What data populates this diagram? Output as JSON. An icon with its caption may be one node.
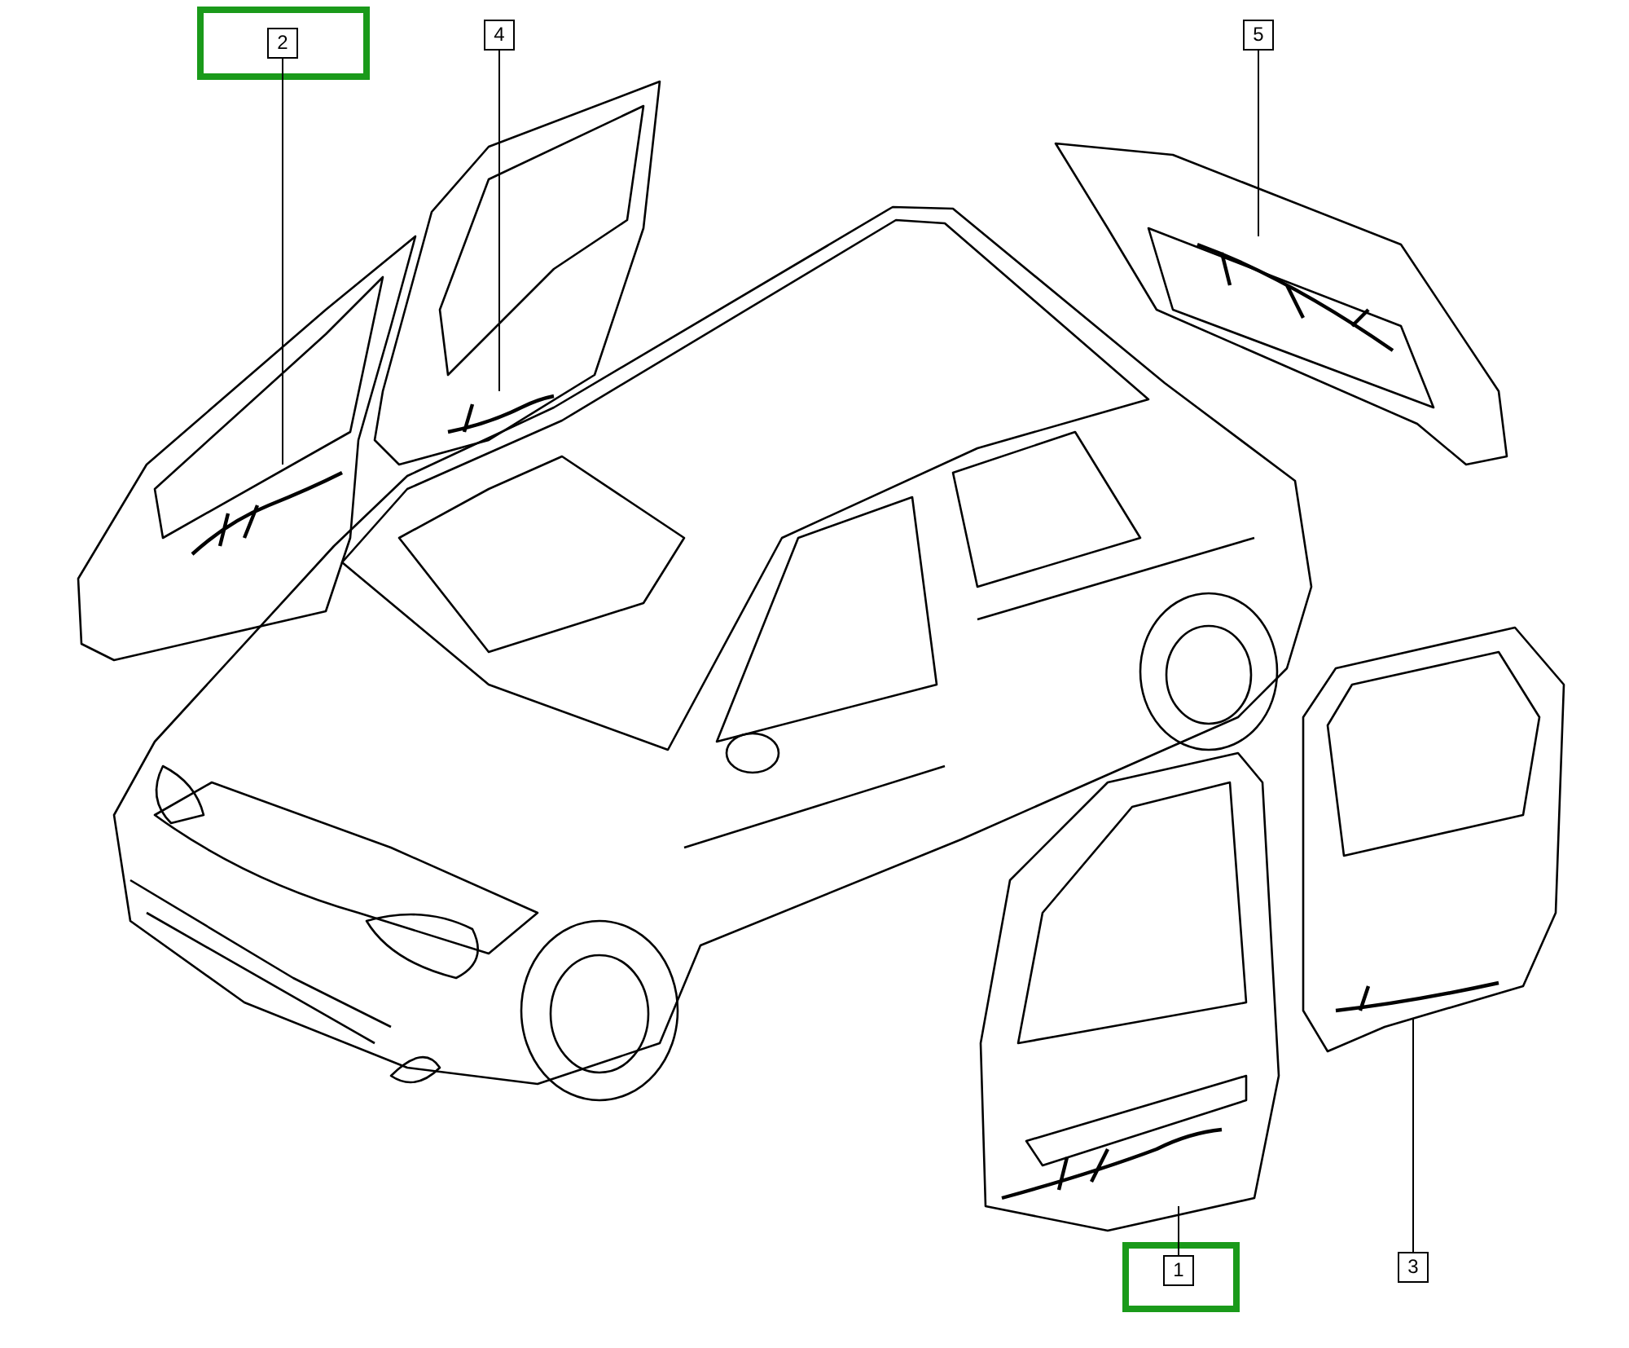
{
  "diagram": {
    "nodes": [
      {
        "text": [],
        "shape": "box"
      },
      {
        "text": [
          "2"
        ],
        "in": 0
      },
      {
        "text": [
          "4"
        ]
      },
      {
        "text": [
          "5"
        ]
      },
      {
        "text": [],
        "shape": "box"
      },
      {
        "text": [
          "1"
        ],
        "in": 4
      },
      {
        "text": [
          "3"
        ]
      },
      {
        "text": [],
        "shape": "picture"
      },
      {
        "text": [],
        "shape": "picture"
      },
      {
        "text": [],
        "shape": "picture"
      },
      {
        "text": [],
        "shape": "picture"
      },
      {
        "text": [],
        "shape": "picture"
      }
    ],
    "edges": [
      {
        "from": 1,
        "to": 7,
        "arrow": "none"
      },
      {
        "from": 2,
        "to": 8,
        "arrow": "none"
      },
      {
        "from": 3,
        "to": 9,
        "arrow": "none"
      },
      {
        "from": 5,
        "to": 10,
        "arrow": "none"
      },
      {
        "from": 6,
        "to": 11,
        "arrow": "none"
      }
    ]
  }
}
